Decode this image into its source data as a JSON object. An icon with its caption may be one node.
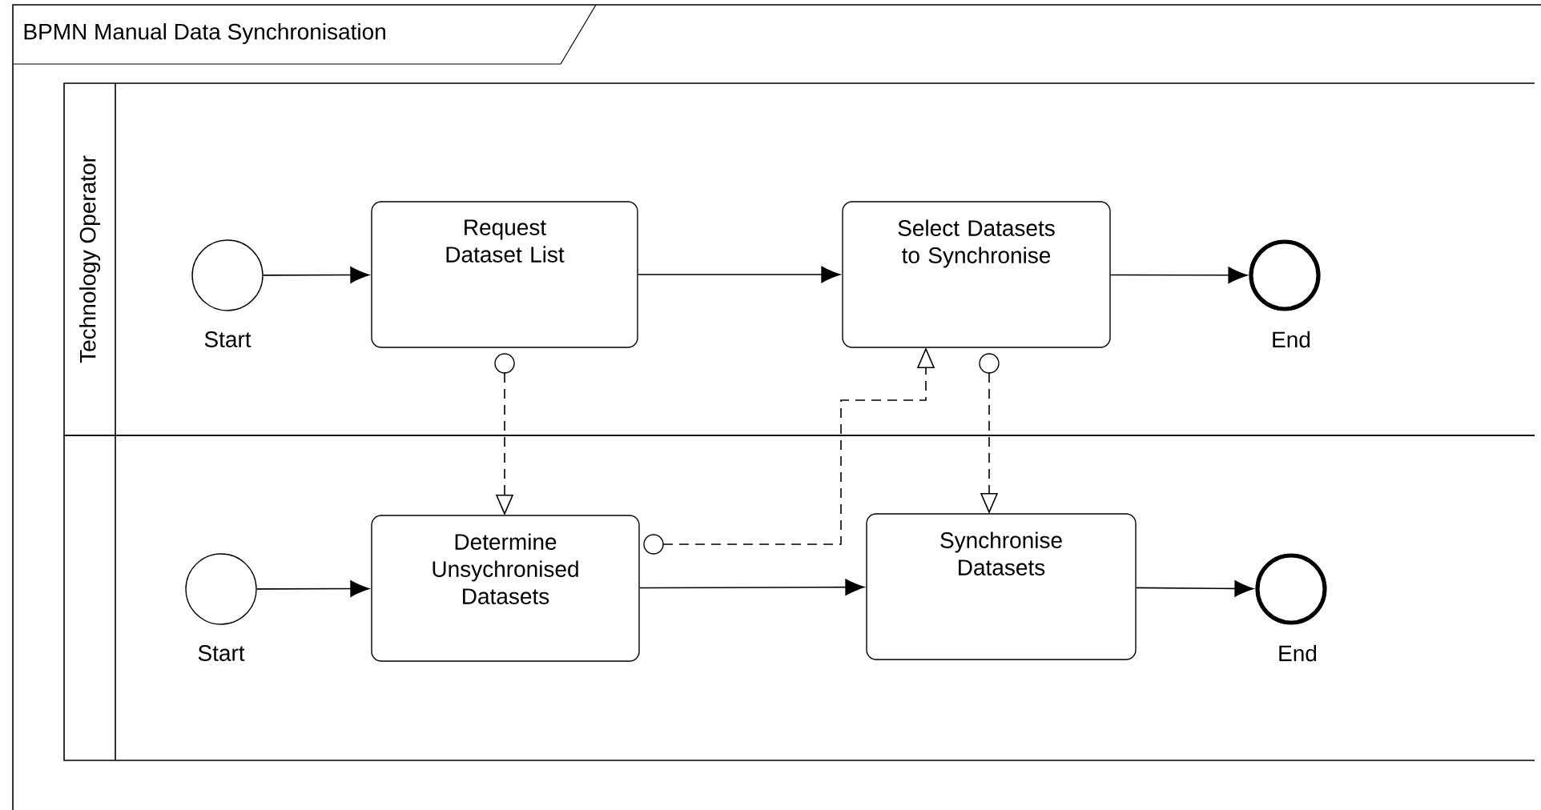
{
  "diagram": {
    "nodes": [
      {
        "text": [
          "BPMN Manual Data Synchronisation"
        ]
      },
      {
        "text": [
          "Technology Operator"
        ],
        "in": 0
      },
      {
        "text": [],
        "shape": "band",
        "in": 0
      },
      {
        "text": [],
        "shape": "circle",
        "beside": [
          "Start"
        ],
        "in": 1
      },
      {
        "text": [
          "Request Dataset List"
        ],
        "in": 1
      },
      {
        "text": [
          "Select Datasets to Synchronise"
        ],
        "in": 1
      },
      {
        "text": [],
        "shape": "circle",
        "beside": [
          "End"
        ],
        "in": 1
      },
      {
        "text": [],
        "shape": "circle",
        "beside": [
          "Start"
        ],
        "in": 2
      },
      {
        "text": [
          "Determine Unsychronised Datasets"
        ],
        "in": 2
      },
      {
        "text": [
          "Synchronise Datasets"
        ],
        "in": 2
      },
      {
        "text": [],
        "shape": "circle",
        "beside": [
          "End"
        ],
        "in": 2
      }
    ],
    "edges": [
      {
        "from": 3,
        "to": 4,
        "arrow": "to"
      },
      {
        "from": 4,
        "to": 5,
        "arrow": "to"
      },
      {
        "from": 5,
        "to": 6,
        "arrow": "to"
      },
      {
        "from": 7,
        "to": 8,
        "arrow": "to"
      },
      {
        "from": 8,
        "to": 9,
        "arrow": "to"
      },
      {
        "from": 9,
        "to": 10,
        "arrow": "to"
      },
      {
        "from": 4,
        "to": 8,
        "arrow": "to",
        "style": "dashed"
      },
      {
        "from": 8,
        "to": 5,
        "arrow": "to",
        "style": "dashed"
      },
      {
        "from": 5,
        "to": 9,
        "arrow": "to",
        "style": "dashed"
      }
    ]
  }
}
